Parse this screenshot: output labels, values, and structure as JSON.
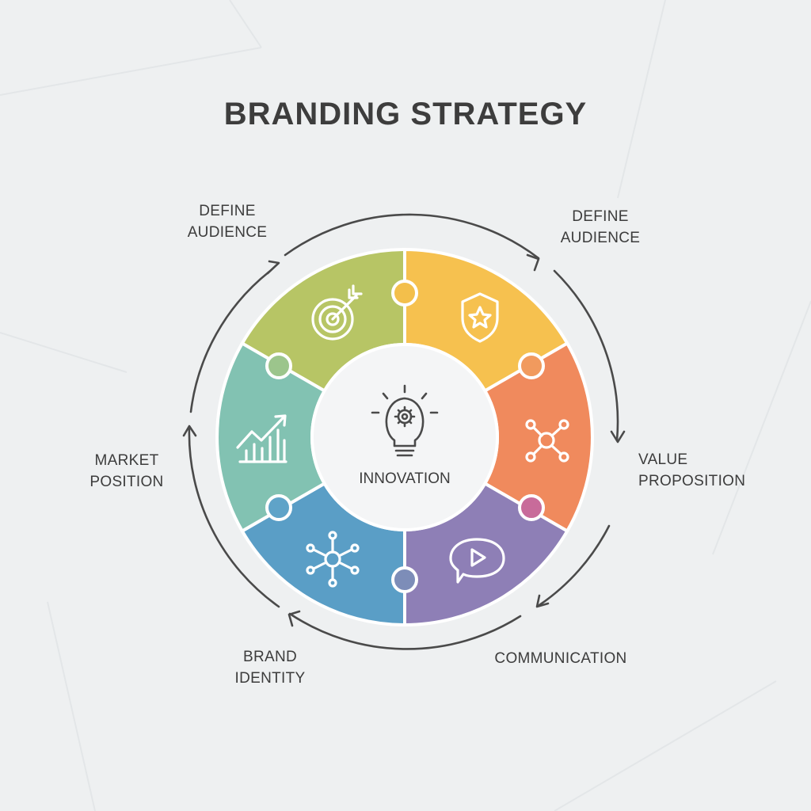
{
  "title": "BRANDING STRATEGY",
  "center": {
    "label": "INNOVATION",
    "icon": "lightbulb-gear-icon"
  },
  "segments": [
    {
      "id": "green",
      "color": "#b7c565",
      "icon": "target-icon"
    },
    {
      "id": "yellow",
      "color": "#f6c14f",
      "icon": "shield-star-icon"
    },
    {
      "id": "orange",
      "color": "#f08a5d",
      "icon": "network-icon"
    },
    {
      "id": "purple",
      "color": "#8e7fb6",
      "icon": "chat-play-icon"
    },
    {
      "id": "blue",
      "color": "#5a9ec6",
      "icon": "hub-icon"
    },
    {
      "id": "teal",
      "color": "#82c2b2",
      "icon": "growth-chart-icon"
    }
  ],
  "labels": {
    "top_left": [
      "DEFINE",
      "AUDIENCE"
    ],
    "top_right": [
      "DEFINE",
      "AUDIENCE"
    ],
    "right": [
      "VALUE",
      "PROPOSITION"
    ],
    "bottom_right": [
      "COMMUNICATION"
    ],
    "bottom_left": [
      "BRAND",
      "IDENTITY"
    ],
    "left": [
      "MARKET",
      "POSITION"
    ]
  },
  "colors": {
    "background": "#eef0f1",
    "text": "#3d3d3d",
    "arrow": "#4a4a4a"
  }
}
